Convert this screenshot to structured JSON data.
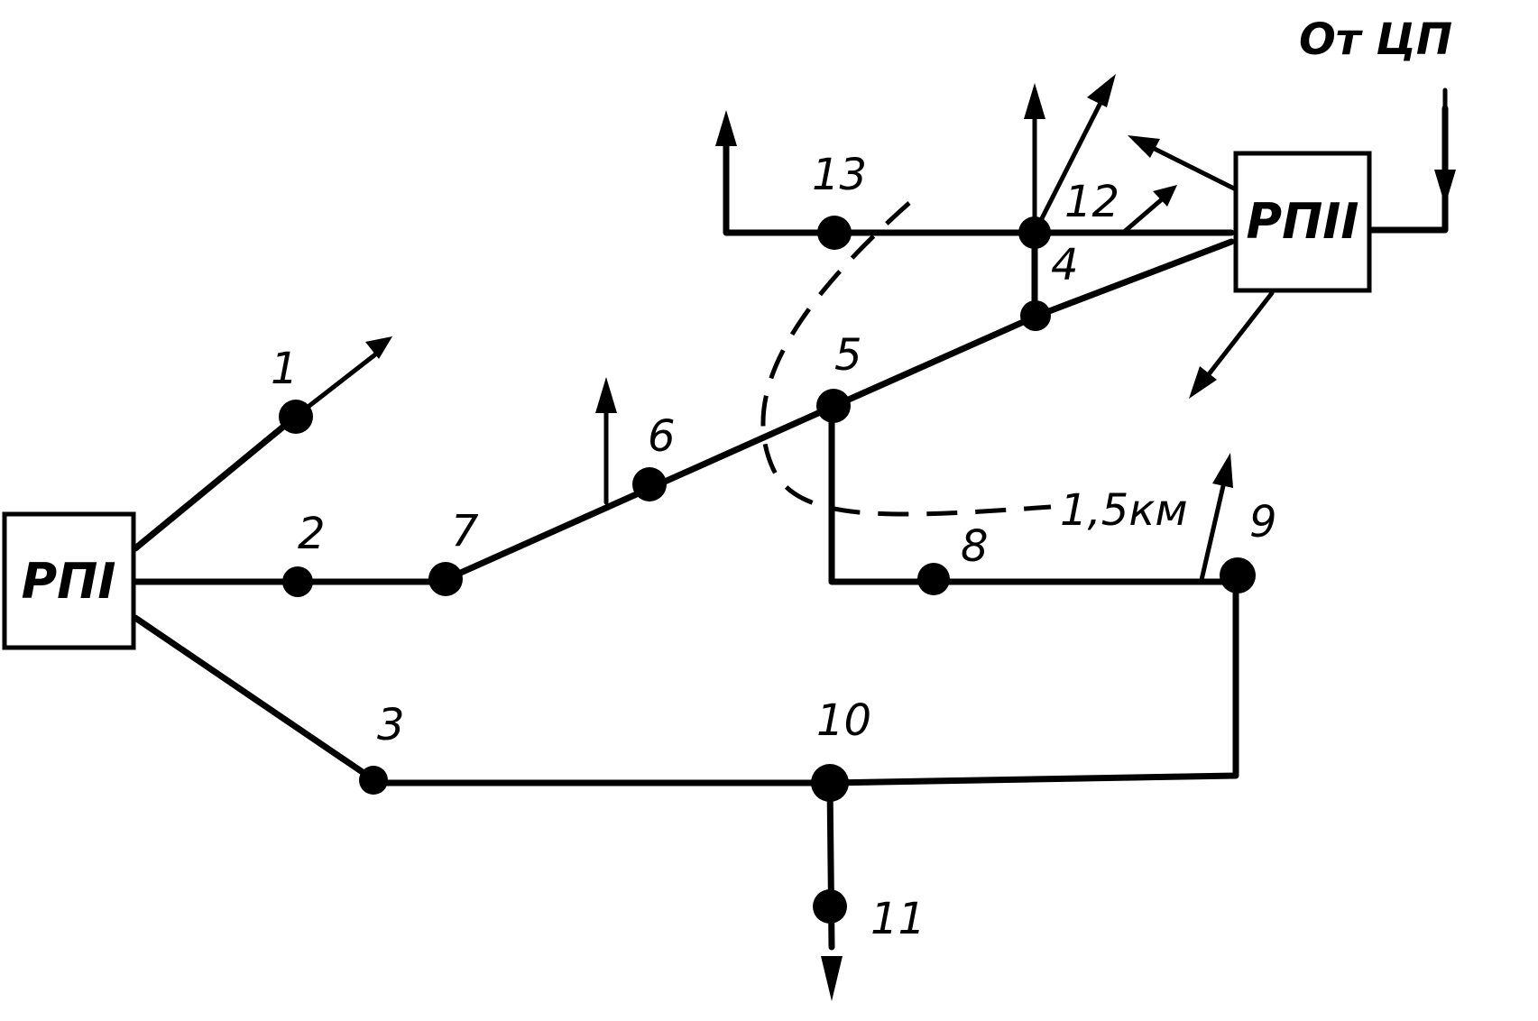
{
  "boxes": {
    "rp1": "РПI",
    "rp2": "РПII"
  },
  "source_label": "От ЦП",
  "distance_label": "1,5км",
  "nodes": {
    "n1": "1",
    "n2": "2",
    "n3": "3",
    "n4": "4",
    "n5": "5",
    "n6": "6",
    "n7": "7",
    "n8": "8",
    "n9": "9",
    "n10": "10",
    "n11": "11",
    "n12": "12",
    "n13": "13"
  }
}
